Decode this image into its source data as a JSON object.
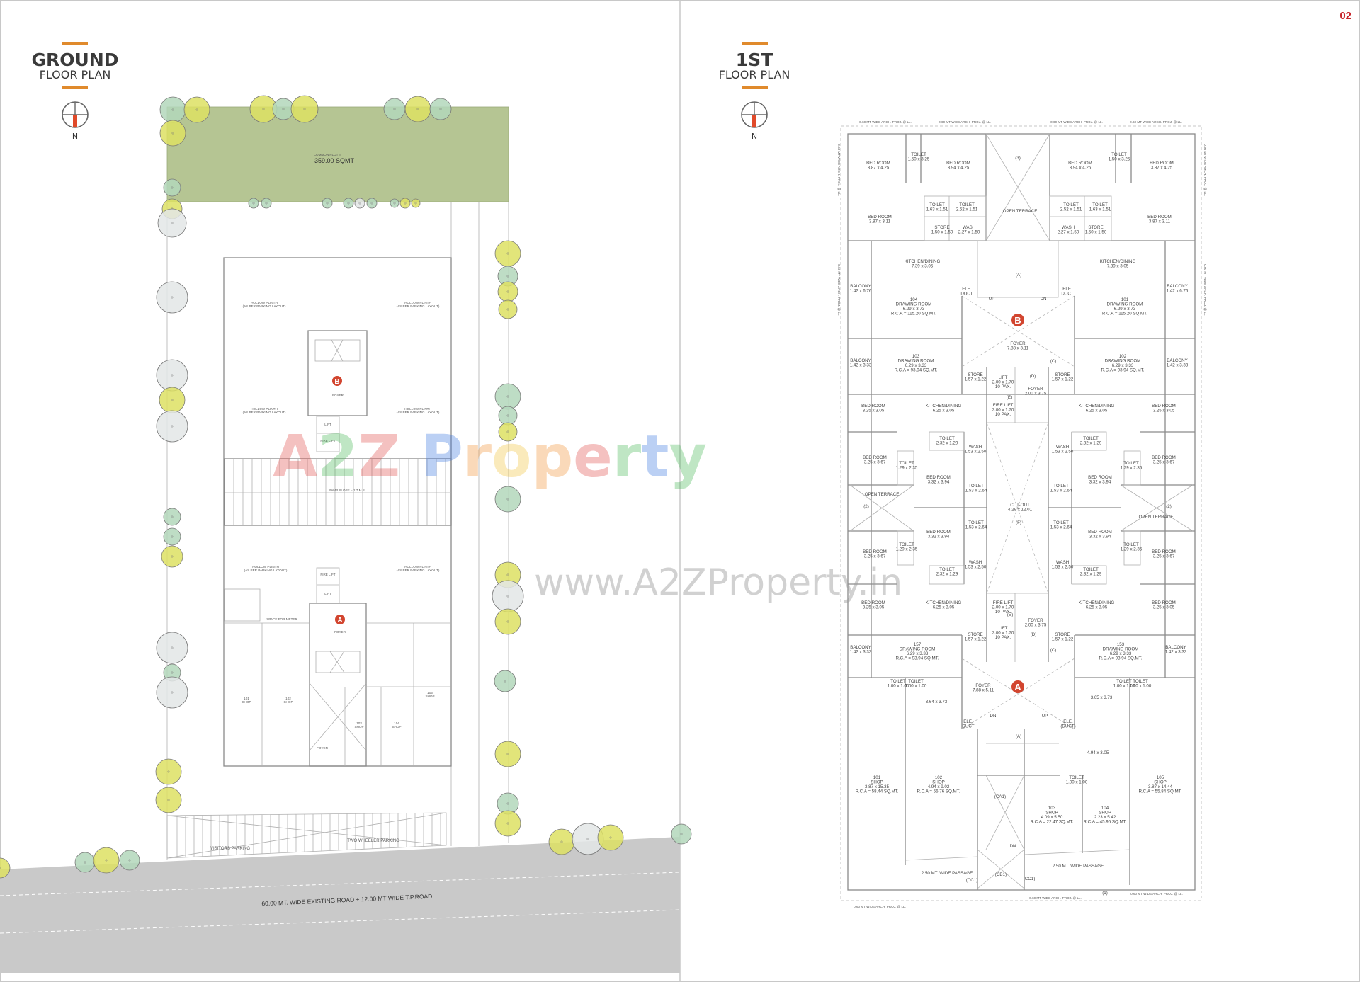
{
  "page_number": "02",
  "colors": {
    "accent_orange": "#e08a2c",
    "marker_red": "#d2452f",
    "page_number_red": "#c8262c",
    "common_plot_green": "#b5c593",
    "road_grey": "#c9c9c9",
    "tree_yellow": "#dde163",
    "tree_green": "#b3d7bb",
    "tree_grey": "#e3e6e6"
  },
  "ground_floor": {
    "title_bold": "GROUND",
    "title_sub": "FLOOR PLAN",
    "north": "N",
    "common_plot_label": "COMMON PLOT =",
    "common_plot_area": "359.00 SQMT",
    "hollow_plinth": "HOLLOW PLINTH",
    "hollow_plinth_note": "(AS PER PARKING LAYOUT)",
    "marker_a": "A",
    "marker_b": "B",
    "foyer": "FOYER",
    "lift": "LIFT",
    "fire_lift": "FIRE LIFT",
    "ramp": "RAMP SLOPE = 1:7 M.S.",
    "space_for_meter": "SPACE FOR METER",
    "shop": "SHOP",
    "shop_numbers": [
      "101",
      "102",
      "103",
      "104",
      "105"
    ],
    "visitors_parking": "VISITORS PARKING",
    "two_wheeler_parking": "TWO WHEELER PARKING",
    "road": "60.00 MT. WIDE EXISTING ROAD + 12.00 MT WIDE T.P.ROAD"
  },
  "first_floor": {
    "title_bold": "1ST",
    "title_sub": "FLOOR PLAN",
    "north": "N",
    "arch_proj": "0.60 MT WIDE ARCH. PROJ. @ LL.",
    "marker_a": "A",
    "marker_b": "B",
    "rooms": [
      [
        "BED ROOM",
        "3.87 x 4.25"
      ],
      [
        "TOILET",
        "1.50 x 3.25"
      ],
      [
        "BED ROOM",
        "3.94 x 4.25"
      ],
      [
        "(3)"
      ],
      [
        "BED ROOM",
        "3.94 x 4.25"
      ],
      [
        "TOILET",
        "1.50 x 3.25"
      ],
      [
        "BED ROOM",
        "3.87 x 4.25"
      ],
      [
        "BED ROOM",
        "3.87 x 3.11"
      ],
      [
        "TOILET",
        "1.63 x 1.51"
      ],
      [
        "TOILET",
        "2.52 x 1.51"
      ],
      [
        "STORE",
        "1.50 x 1.50"
      ],
      [
        "WASH",
        "2.27 x 1.50"
      ],
      [
        "OPEN TERRACE"
      ],
      [
        "WASH",
        "2.27 x 1.50"
      ],
      [
        "STORE",
        "1.50 x 1.50"
      ],
      [
        "TOILET",
        "2.52 x 1.51"
      ],
      [
        "TOILET",
        "1.63 x 1.51"
      ],
      [
        "BED ROOM",
        "3.87 x 3.11"
      ],
      [
        "KITCHEN/DINING",
        "7.39 x 3.05"
      ],
      [
        "KITCHEN/DINING",
        "7.39 x 3.05"
      ],
      [
        "BALCONY",
        "1.42 x 6.76"
      ],
      [
        "BALCONY",
        "1.42 x 6.76"
      ],
      [
        "(A)"
      ],
      [
        "ELE.",
        "DUCT"
      ],
      [
        "ELE.",
        "DUCT"
      ],
      [
        "UP"
      ],
      [
        "DN"
      ],
      [
        "104",
        "DRAWING ROOM",
        "6.29 x 3.73",
        "R.C.A = 115.20 SQ.MT."
      ],
      [
        "101",
        "DRAWING ROOM",
        "6.29 x 3.73",
        "R.C.A = 115.20 SQ.MT."
      ],
      [
        "FOYER",
        "7.88 x 3.11"
      ],
      [
        "103",
        "DRAWING ROOM",
        "6.29 x 3.33",
        "R.C.A = 93.94 SQ.MT."
      ],
      [
        "102",
        "DRAWING ROOM",
        "6.29 x 3.33",
        "R.C.A = 93.94 SQ.MT."
      ],
      [
        "BALCONY",
        "1.42 x 3.33"
      ],
      [
        "BALCONY",
        "1.42 x 3.33"
      ],
      [
        "STORE",
        "1.57 x 1.22"
      ],
      [
        "LIFT",
        "2.00 x 1.70",
        "10 PAX."
      ],
      [
        "(D)"
      ],
      [
        "(C)"
      ],
      [
        "STORE",
        "1.57 x 1.22"
      ],
      [
        "FOYER",
        "2.00 x 3.75"
      ],
      [
        "(E)"
      ],
      [
        "FIRE LIFT",
        "2.00 x 1.70",
        "10 PAX."
      ],
      [
        "BED ROOM",
        "3.25 x 3.05"
      ],
      [
        "BED ROOM",
        "3.25 x 3.05"
      ],
      [
        "KITCHEN/DINING",
        "6.25 x 3.05"
      ],
      [
        "KITCHEN/DINING",
        "6.25 x 3.05"
      ],
      [
        "TOILET",
        "2.32 x 1.29"
      ],
      [
        "TOILET",
        "2.32 x 1.29"
      ],
      [
        "WASH",
        "1.53 x 2.50"
      ],
      [
        "WASH",
        "1.53 x 2.50"
      ],
      [
        "BED ROOM",
        "3.25 x 3.67"
      ],
      [
        "BED ROOM",
        "3.25 x 3.67"
      ],
      [
        "TOILET",
        "1.29 x 2.35"
      ],
      [
        "TOILET",
        "1.29 x 2.35"
      ],
      [
        "BED ROOM",
        "3.32 x 3.94"
      ],
      [
        "BED ROOM",
        "3.32 x 3.94"
      ],
      [
        "TOILET",
        "1.53 x 2.64"
      ],
      [
        "TOILET",
        "1.53 x 2.64"
      ],
      [
        "OPEN TERRACE"
      ],
      [
        "(2)"
      ],
      [
        "CUT-OUT",
        "4.29 x 12.01"
      ],
      [
        "(F)"
      ],
      [
        "OPEN TERRACE"
      ],
      [
        "(2)"
      ],
      [
        "TOILET",
        "1.53 x 2.64"
      ],
      [
        "TOILET",
        "1.53 x 2.64"
      ],
      [
        "BED ROOM",
        "3.32 x 3.94"
      ],
      [
        "BED ROOM",
        "3.32 x 3.94"
      ],
      [
        "TOILET",
        "1.29 x 2.35"
      ],
      [
        "TOILET",
        "1.29 x 2.35"
      ],
      [
        "BED ROOM",
        "3.25 x 3.67"
      ],
      [
        "BED ROOM",
        "3.25 x 3.67"
      ],
      [
        "WASH",
        "1.53 x 2.50"
      ],
      [
        "WASH",
        "1.53 x 2.50"
      ],
      [
        "TOILET",
        "2.32 x 1.29"
      ],
      [
        "TOILET",
        "2.32 x 1.29"
      ],
      [
        "BED ROOM",
        "3.25 x 3.05"
      ],
      [
        "BED ROOM",
        "3.25 x 3.05"
      ],
      [
        "KITCHEN/DINING",
        "6.25 x 3.05"
      ],
      [
        "KITCHEN/DINING",
        "6.25 x 3.05"
      ],
      [
        "FIRE LIFT",
        "2.00 x 1.70",
        "10 PAX."
      ],
      [
        "(E)"
      ],
      [
        "FOYER",
        "2.00 x 3.75"
      ],
      [
        "LIFT",
        "2.00 x 1.70",
        "10 PAX."
      ],
      [
        "(D)"
      ],
      [
        "STORE",
        "1.57 x 1.22"
      ],
      [
        "STORE",
        "1.57 x 1.22"
      ],
      [
        "BALCONY",
        "1.42 x 3.33"
      ],
      [
        "BALCONY",
        "1.42 x 3.33"
      ],
      [
        "157",
        "DRAWING ROOM",
        "6.29 x 3.33",
        "R.C.A = 93.94 SQ.MT."
      ],
      [
        "153",
        "DRAWING ROOM",
        "6.29 x 3.33",
        "R.C.A = 93.94 SQ.MT."
      ],
      [
        "(C)"
      ],
      [
        "TOILET",
        "1.00 x 1.00"
      ],
      [
        "TOILET",
        "1.00 x 1.00"
      ],
      [
        "TOILET",
        "1.00 x 1.00"
      ],
      [
        "TOILET",
        "1.00 x 1.00"
      ],
      [
        "FOYER",
        "7.88 x 5.11"
      ],
      [
        "3.64 x 3.73"
      ],
      [
        "3.65 x 3.73"
      ],
      [
        "DN"
      ],
      [
        "UP"
      ],
      [
        "ELE.",
        "DUCT"
      ],
      [
        "ELE.",
        "(DUCT)"
      ],
      [
        "(A)"
      ],
      [
        "4.94 x 3.05"
      ],
      [
        "TOILET",
        "1.00 x 1.00"
      ],
      [
        "101",
        "SHOP",
        "3.87 x 15.35",
        "R.C.A = 58.44 SQ.MT."
      ],
      [
        "102",
        "SHOP",
        "4.94 x 9.02",
        "R.C.A = 56.76 SQ.MT."
      ],
      [
        "(CA1)"
      ],
      [
        "105",
        "SHOP",
        "3.87 x 14.44",
        "R.C.A = 55.84 SQ.MT."
      ],
      [
        "103",
        "SHOP",
        "4.09 x 5.50",
        "R.C.A = 22.47 SQ.MT."
      ],
      [
        "104",
        "SHOP",
        "2.23 x 5.42",
        "R.C.A = 45.95 SQ.MT."
      ],
      [
        "DN"
      ],
      [
        "2.50 MT. WIDE PASSAGE"
      ],
      [
        "2.50 MT. WIDE PASSAGE"
      ],
      [
        "(CC1)"
      ],
      [
        "(CB1)"
      ],
      [
        "(CC1)"
      ],
      [
        "(1)"
      ]
    ]
  },
  "watermark": {
    "brand": "A2Z Property",
    "url": "www.A2ZProperty.in"
  }
}
